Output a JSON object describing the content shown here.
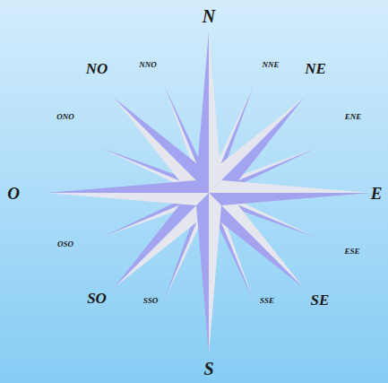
{
  "diagram": {
    "labels": [
      "N",
      "NNO",
      "NNE",
      "NO",
      "NE",
      "ONO",
      "ENE",
      "O",
      "E",
      "OSO",
      "ESE",
      "SO",
      "SSO",
      "SSE",
      "SE",
      "S"
    ]
  }
}
